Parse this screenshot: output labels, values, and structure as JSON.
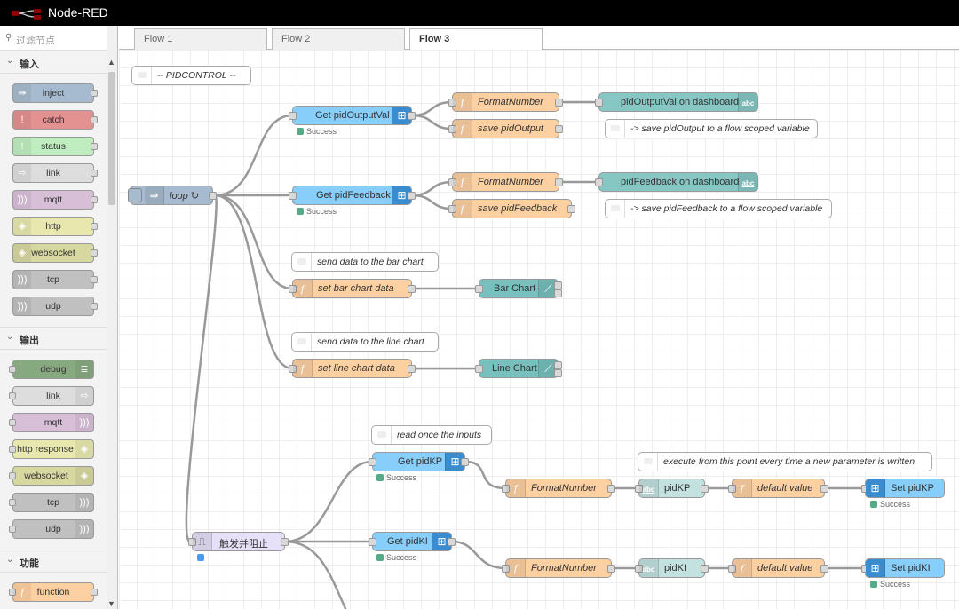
{
  "app": {
    "title": "Node-RED"
  },
  "palette": {
    "filter_placeholder": "过滤节点",
    "categories": [
      {
        "label": "输入",
        "nodes": [
          "inject",
          "catch",
          "status",
          "link",
          "mqtt",
          "http",
          "websocket",
          "tcp",
          "udp"
        ]
      },
      {
        "label": "输出",
        "nodes": [
          "debug",
          "link",
          "mqtt",
          "http response",
          "websocket",
          "tcp",
          "udp"
        ]
      },
      {
        "label": "功能",
        "nodes": [
          "function"
        ]
      }
    ]
  },
  "tabs": [
    {
      "label": "Flow 1"
    },
    {
      "label": "Flow 2"
    },
    {
      "label": "Flow 3"
    }
  ],
  "flow": {
    "comments": {
      "pidcontrol": "-- PIDCONTROL --",
      "save_pidoutput": "-> save pidOutput to a flow scoped variable",
      "save_pidfeedback": "-> save pidFeedback to a flow scoped variable",
      "bar_chart": "send data to the bar chart",
      "line_chart": "send data to the line chart",
      "read_once": "read once the inputs",
      "execute_from": "execute from this point every time a new parameter is written"
    },
    "nodes": {
      "loop": "loop ↻",
      "get_pidoutputval": "Get pidOutputVal",
      "get_pidfeedback": "Get pidFeedback",
      "formatnumber_1": "FormatNumber",
      "save_pidoutput": "save pidOutput",
      "formatnumber_2": "FormatNumber",
      "save_pidfeedback": "save pidFeedback",
      "pidoutputval_dashboard": "pidOutputVal on dashboard",
      "pidfeedback_dashboard": "pidFeedback on dashboard",
      "set_bar_chart_data": "set bar chart data",
      "bar_chart": "Bar Chart",
      "set_line_chart_data": "set line chart data",
      "line_chart": "Line Chart",
      "trigger": "触发并阻止",
      "get_pidkp": "Get pidKP",
      "formatnumber_kp": "FormatNumber",
      "pidkp": "pidKP",
      "default_value_kp": "default value",
      "set_pidkp": "Set pidKP",
      "get_pidki": "Get pidKI",
      "formatnumber_ki": "FormatNumber",
      "pidki": "pidKI",
      "default_value_ki": "default value",
      "set_pidki": "Set pidKI"
    },
    "status_text": "Success",
    "ui_badge": "abc"
  }
}
